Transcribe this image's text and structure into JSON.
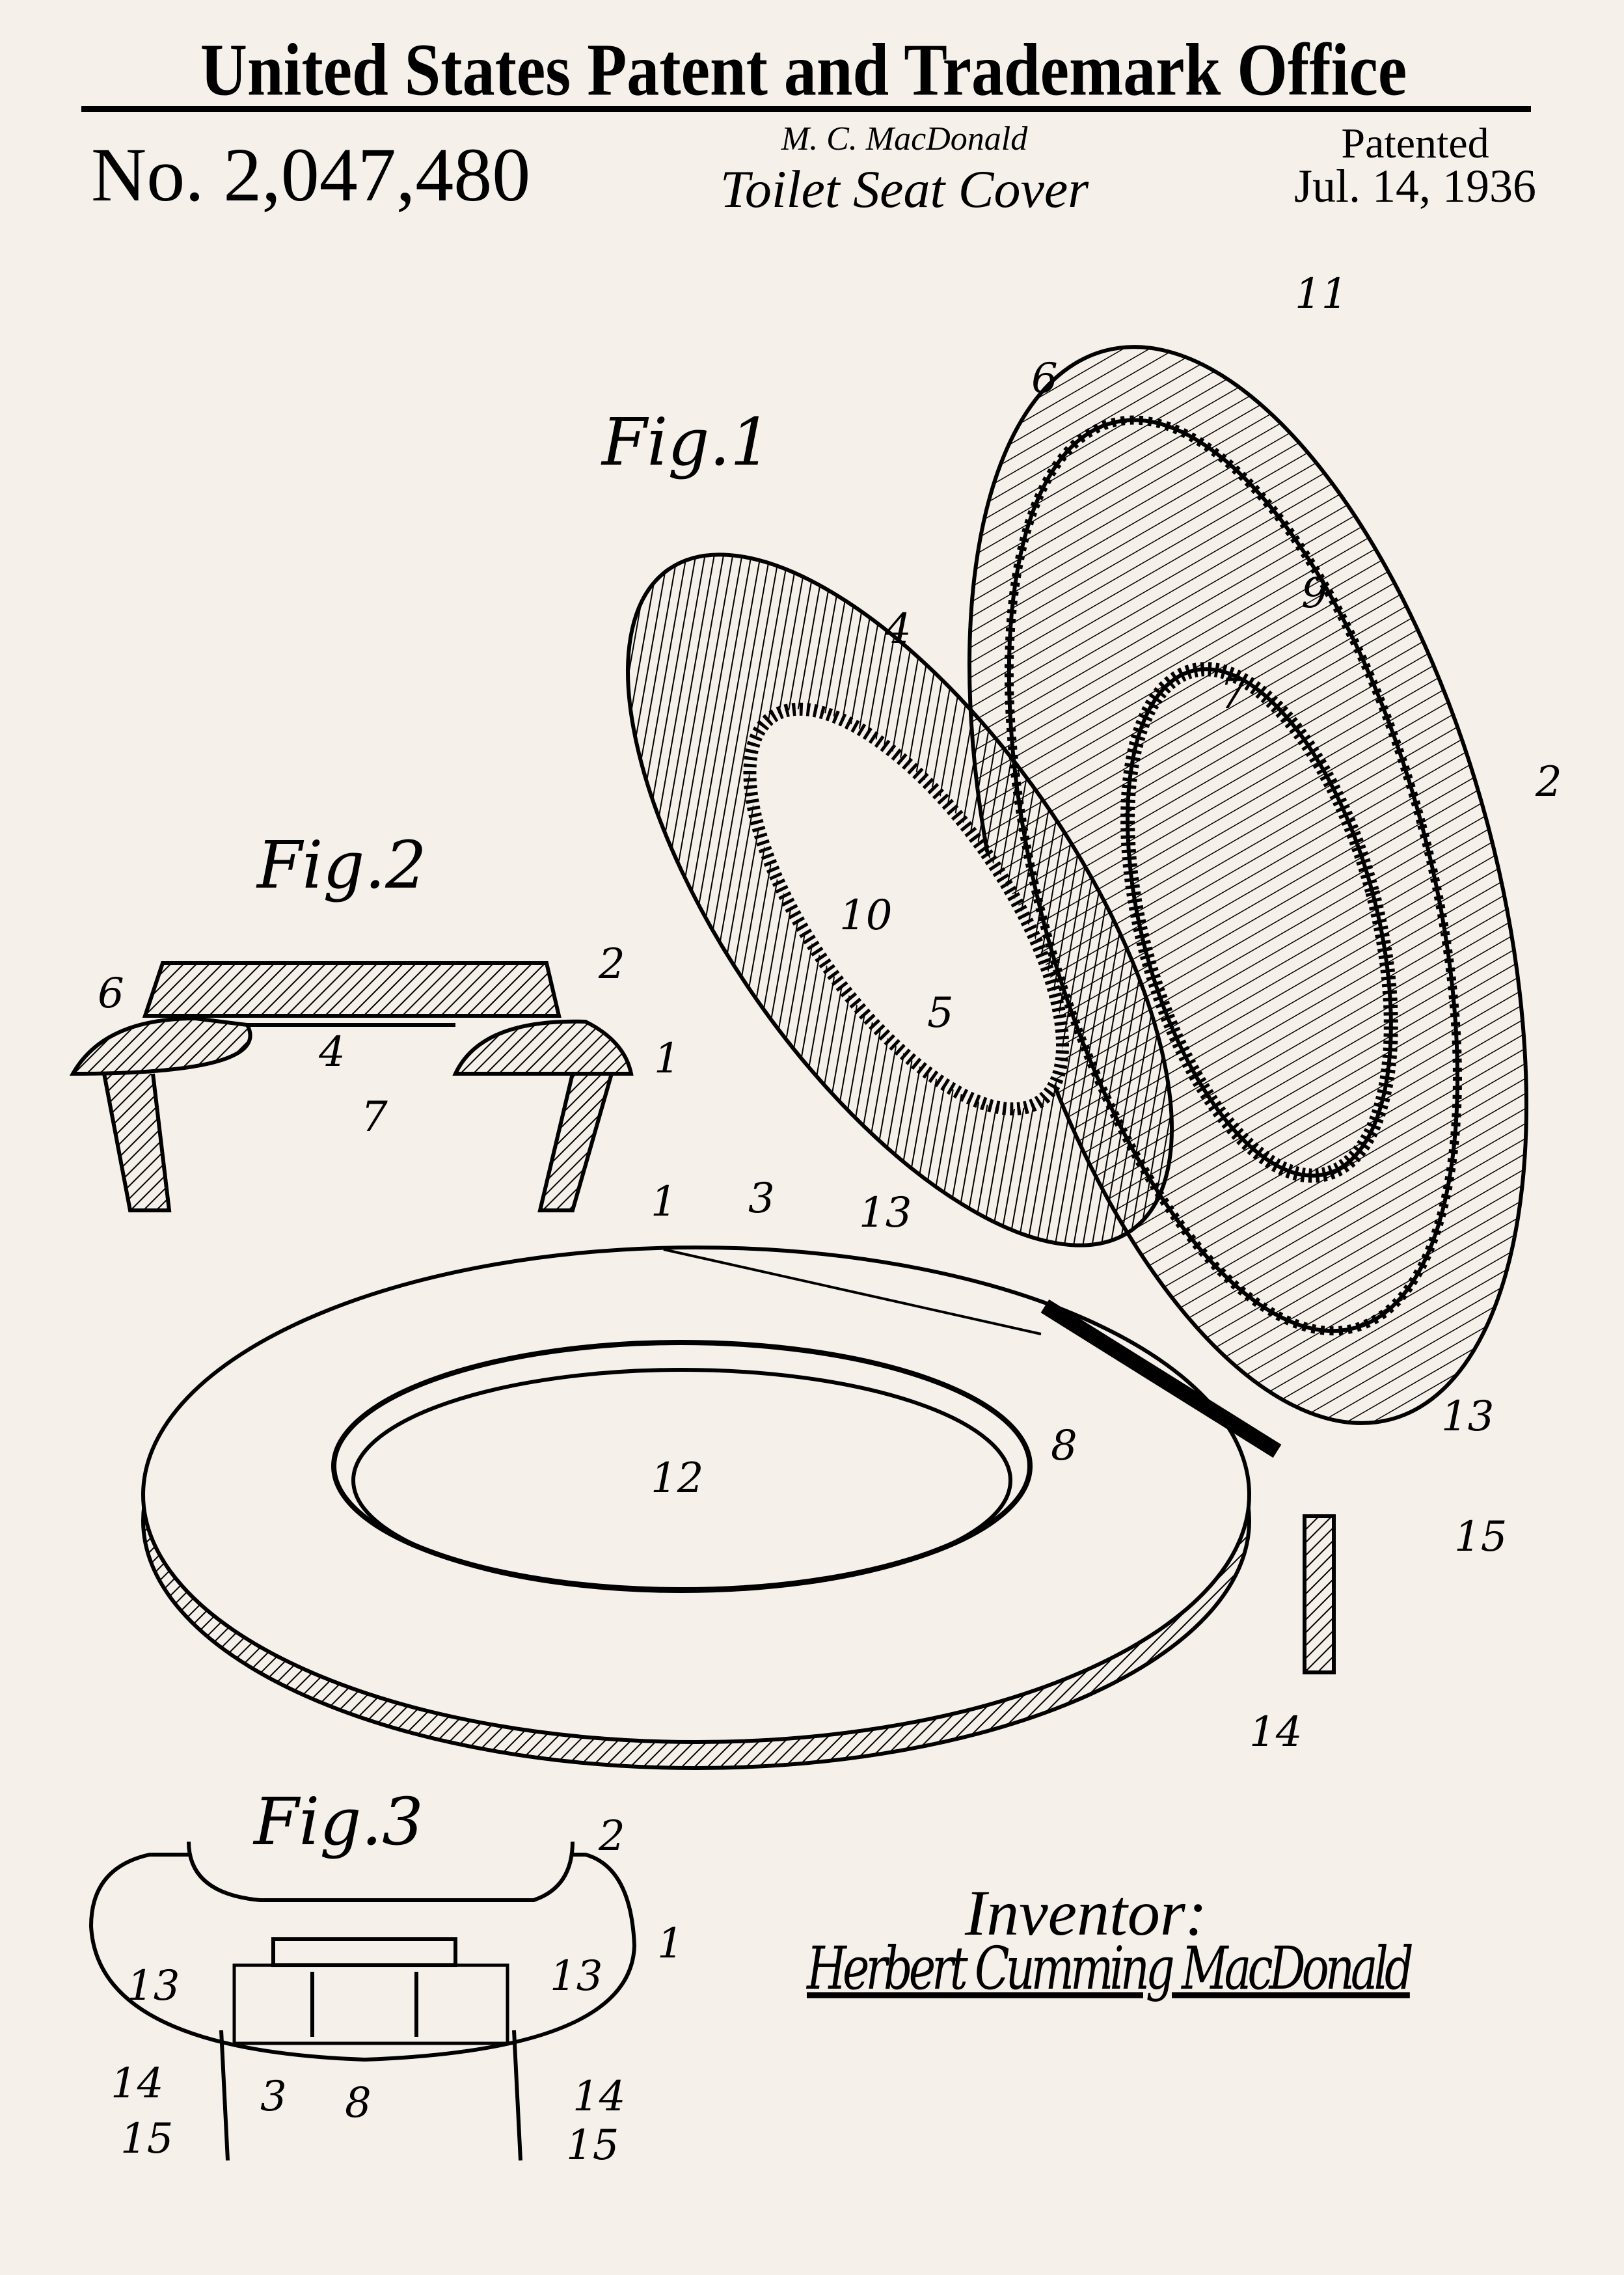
{
  "header": {
    "office": "United States Patent and Trademark Office",
    "patent_number": "No. 2,047,480",
    "inventor_name": "M. C. MacDonald",
    "title": "Toilet Seat Cover",
    "patented_label": "Patented",
    "date": "Jul. 14, 1936"
  },
  "figures": {
    "fig1": {
      "label": "Fig.1",
      "refs": [
        "11",
        "6",
        "4",
        "9",
        "7",
        "2",
        "10",
        "5",
        "1",
        "3",
        "13",
        "13",
        "8",
        "12",
        "15",
        "14"
      ]
    },
    "fig2": {
      "label": "Fig.2",
      "refs": [
        "6",
        "2",
        "4",
        "1",
        "7"
      ]
    },
    "fig3": {
      "label": "Fig.3",
      "refs": [
        "2",
        "1",
        "13",
        "13",
        "14",
        "3",
        "8",
        "14",
        "15",
        "15"
      ]
    }
  },
  "inventor": {
    "label": "Inventor:",
    "signature": "Herbert Cumming MacDonald"
  },
  "colors": {
    "background": "#f6f0ea",
    "ink": "#000000"
  }
}
